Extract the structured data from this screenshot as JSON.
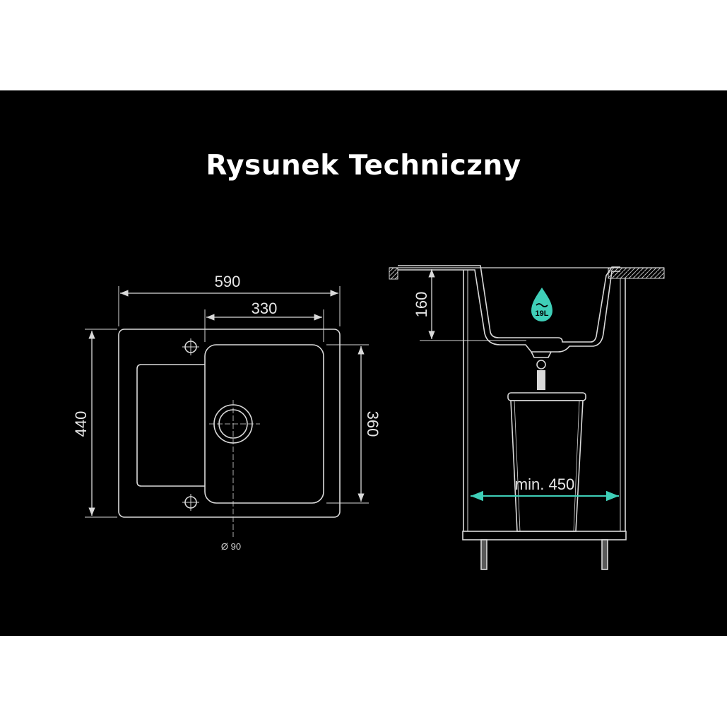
{
  "title": "Rysunek Techniczny",
  "top_view": {
    "width_label": "590",
    "bowl_width_label": "330",
    "height_label": "440",
    "bowl_height_label": "360",
    "drain_label": "Ø 90"
  },
  "side_view": {
    "depth_label": "160",
    "bin_label": "19L",
    "cabinet_label": "min. 450"
  },
  "colors": {
    "background": "#000000",
    "lines": "#d9d9d9",
    "accent": "#3fcfb8"
  }
}
